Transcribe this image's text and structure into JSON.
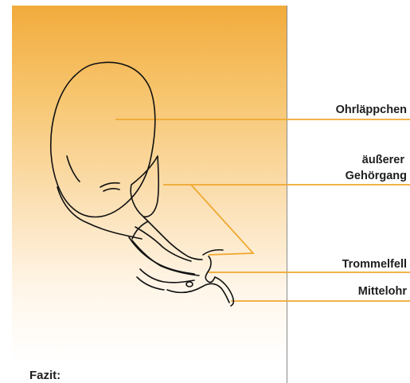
{
  "labels": {
    "ohrlaeppchen": "Ohrläppchen",
    "gehoergang_line1": "äußerer",
    "gehoergang_line2": "Gehörgang",
    "trommelfell": "Trommelfell",
    "mittelohr": "Mittelohr"
  },
  "footer": {
    "fazit": "Fazit:"
  },
  "colors": {
    "panel_top": "#f2ab3c",
    "leader_line": "#f0a830",
    "drawing_stroke": "#111111"
  }
}
